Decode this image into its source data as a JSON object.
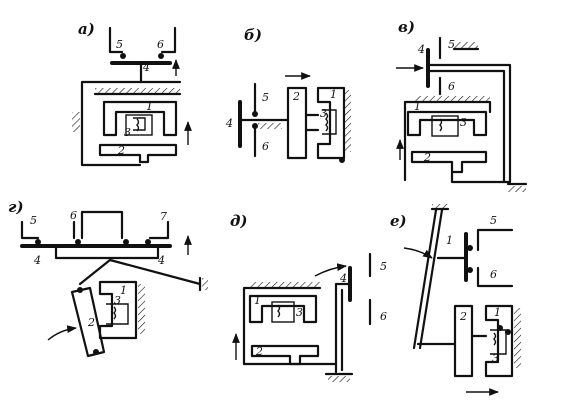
{
  "panels": {
    "a": {
      "letter": "а)",
      "labels": [
        "5",
        "6",
        "4",
        "1",
        "3",
        "2"
      ]
    },
    "b": {
      "letter": "б)",
      "labels": [
        "5",
        "2",
        "1",
        "3",
        "4",
        "6"
      ]
    },
    "c": {
      "letter": "в)",
      "labels": [
        "4",
        "5",
        "6",
        "1",
        "3",
        "2"
      ]
    },
    "d": {
      "letter": "г)",
      "labels": [
        "5",
        "6",
        "7",
        "4",
        "4",
        "1",
        "3",
        "2"
      ]
    },
    "e": {
      "letter": "д)",
      "labels": [
        "4",
        "5",
        "6",
        "1",
        "3",
        "2"
      ]
    },
    "f": {
      "letter": "е)",
      "labels": [
        "1",
        "5",
        "6",
        "1",
        "2",
        "3"
      ]
    }
  }
}
